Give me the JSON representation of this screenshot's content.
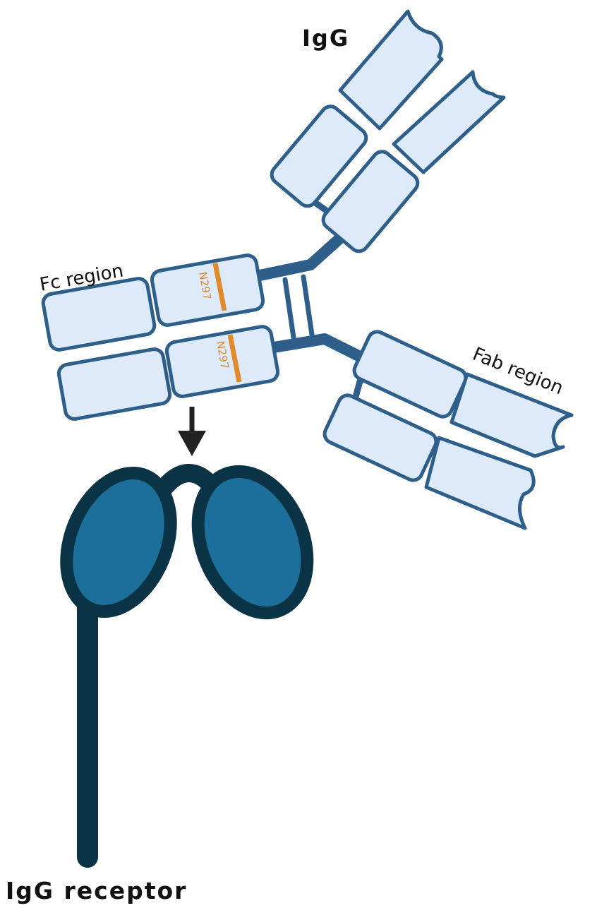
{
  "labels": {
    "igg": "IgG",
    "fc_region": "Fc region",
    "fab_region": "Fab region",
    "receptor": "IgG receptor",
    "glycosylation_site_upper": "N297",
    "glycosylation_site_lower": "N297"
  },
  "colors": {
    "domain_fill": "#ddeaf9",
    "domain_stroke": "#2e5e8a",
    "glycosylation_site": "#e08a2c",
    "receptor_fill": "#1c6e9b",
    "receptor_stroke": "#0b3346",
    "arrow": "#222222"
  },
  "icons": {
    "binding_arrow": "arrow-down-icon"
  }
}
